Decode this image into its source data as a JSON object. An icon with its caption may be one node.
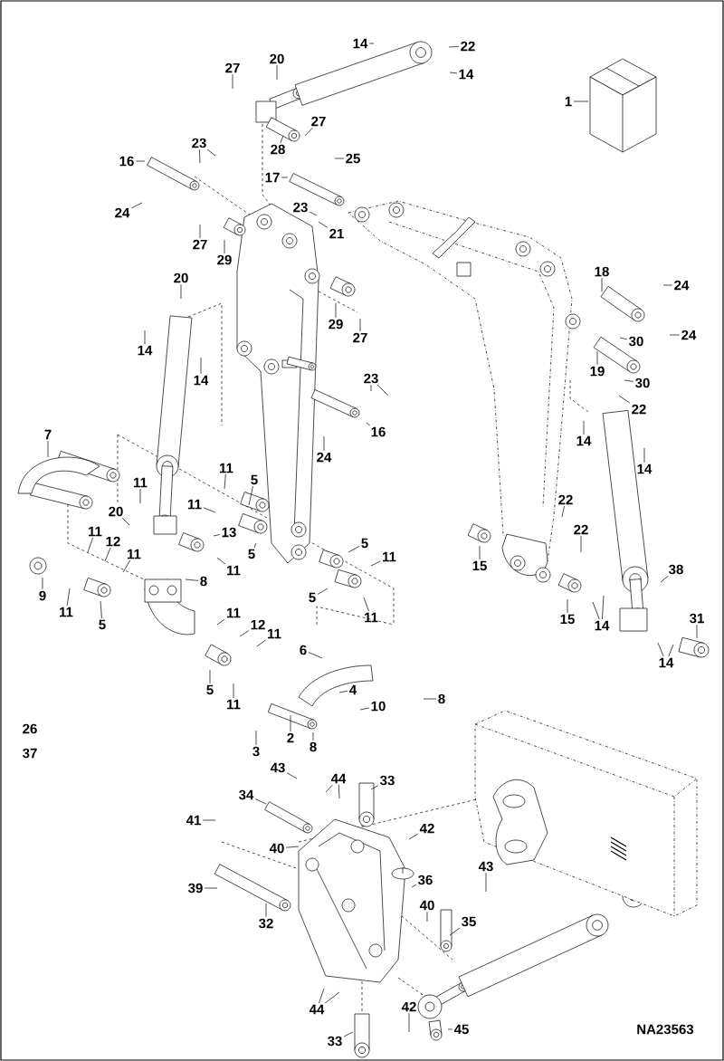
{
  "diagram": {
    "nodes": [
      {
        "text": [
          "1"
        ]
      },
      {
        "text": [
          "14"
        ]
      },
      {
        "text": [
          "22"
        ]
      },
      {
        "text": [
          "14"
        ]
      },
      {
        "text": [
          "27"
        ]
      },
      {
        "text": [
          "20"
        ]
      },
      {
        "text": [
          "27"
        ]
      },
      {
        "text": [
          "28"
        ]
      },
      {
        "text": [
          "16"
        ]
      },
      {
        "text": [
          "23"
        ]
      },
      {
        "text": [
          "25"
        ]
      },
      {
        "text": [
          "17"
        ]
      },
      {
        "text": [
          "24"
        ]
      },
      {
        "text": [
          "23"
        ]
      },
      {
        "text": [
          "21"
        ]
      },
      {
        "text": [
          "27"
        ]
      },
      {
        "text": [
          "29"
        ]
      },
      {
        "text": [
          "20"
        ]
      },
      {
        "text": [
          "14"
        ]
      },
      {
        "text": [
          "14"
        ]
      },
      {
        "text": [
          "29"
        ]
      },
      {
        "text": [
          "27"
        ]
      },
      {
        "text": [
          "18"
        ]
      },
      {
        "text": [
          "24"
        ]
      },
      {
        "text": [
          "30"
        ]
      },
      {
        "text": [
          "19"
        ]
      },
      {
        "text": [
          "24"
        ]
      },
      {
        "text": [
          "30"
        ]
      },
      {
        "text": [
          "23"
        ]
      },
      {
        "text": [
          "16"
        ]
      },
      {
        "text": [
          "24"
        ]
      },
      {
        "text": [
          "22"
        ]
      },
      {
        "text": [
          "14"
        ]
      },
      {
        "text": [
          "14"
        ]
      },
      {
        "text": [
          "7"
        ]
      },
      {
        "text": [
          "11"
        ]
      },
      {
        "text": [
          "11"
        ]
      },
      {
        "text": [
          "5"
        ]
      },
      {
        "text": [
          "20"
        ]
      },
      {
        "text": [
          "11"
        ]
      },
      {
        "text": [
          "11"
        ]
      },
      {
        "text": [
          "12"
        ]
      },
      {
        "text": [
          "11"
        ]
      },
      {
        "text": [
          "13"
        ]
      },
      {
        "text": [
          "5"
        ]
      },
      {
        "text": [
          "11"
        ]
      },
      {
        "text": [
          "5"
        ]
      },
      {
        "text": [
          "11"
        ]
      },
      {
        "text": [
          "9"
        ]
      },
      {
        "text": [
          "11"
        ]
      },
      {
        "text": [
          "5"
        ]
      },
      {
        "text": [
          "8"
        ]
      },
      {
        "text": [
          "5"
        ]
      },
      {
        "text": [
          "11"
        ]
      },
      {
        "text": [
          "15"
        ]
      },
      {
        "text": [
          "22"
        ]
      },
      {
        "text": [
          "22"
        ]
      },
      {
        "text": [
          "38"
        ]
      },
      {
        "text": [
          "15"
        ]
      },
      {
        "text": [
          "14"
        ]
      },
      {
        "text": [
          "31"
        ]
      },
      {
        "text": [
          "14"
        ]
      },
      {
        "text": [
          "11"
        ]
      },
      {
        "text": [
          "12"
        ]
      },
      {
        "text": [
          "11"
        ]
      },
      {
        "text": [
          "6"
        ]
      },
      {
        "text": [
          "4"
        ]
      },
      {
        "text": [
          "10"
        ]
      },
      {
        "text": [
          "8"
        ]
      },
      {
        "text": [
          "5"
        ]
      },
      {
        "text": [
          "11"
        ]
      },
      {
        "text": [
          "2"
        ]
      },
      {
        "text": [
          "3"
        ]
      },
      {
        "text": [
          "8"
        ]
      },
      {
        "text": [
          "43"
        ]
      },
      {
        "text": [
          "44"
        ]
      },
      {
        "text": [
          "33"
        ]
      },
      {
        "text": [
          "34"
        ]
      },
      {
        "text": [
          "42"
        ]
      },
      {
        "text": [
          "41"
        ]
      },
      {
        "text": [
          "40"
        ]
      },
      {
        "text": [
          "39"
        ]
      },
      {
        "text": [
          "32"
        ]
      },
      {
        "text": [
          "36"
        ]
      },
      {
        "text": [
          "43"
        ]
      },
      {
        "text": [
          "40"
        ]
      },
      {
        "text": [
          "35"
        ]
      },
      {
        "text": [
          "44"
        ]
      },
      {
        "text": [
          "42"
        ]
      },
      {
        "text": [
          "33"
        ]
      },
      {
        "text": [
          "45"
        ]
      }
    ],
    "edges": [
      {
        "from": 0,
        "to": null,
        "arrow": "none"
      },
      {
        "from": 1,
        "to": null,
        "arrow": "none"
      },
      {
        "from": 2,
        "to": null,
        "arrow": "none"
      },
      {
        "from": 3,
        "to": null,
        "arrow": "none"
      },
      {
        "from": 4,
        "to": null,
        "arrow": "none"
      },
      {
        "from": 5,
        "to": null,
        "arrow": "none"
      },
      {
        "from": 6,
        "to": null,
        "arrow": "none"
      },
      {
        "from": 7,
        "to": null,
        "arrow": "none"
      },
      {
        "from": 8,
        "to": null,
        "arrow": "none"
      },
      {
        "from": 9,
        "to": null,
        "arrow": "none"
      },
      {
        "from": 9,
        "to": null,
        "arrow": "none"
      },
      {
        "from": 10,
        "to": null,
        "arrow": "none"
      },
      {
        "from": 11,
        "to": null,
        "arrow": "none"
      },
      {
        "from": 12,
        "to": null,
        "arrow": "none"
      },
      {
        "from": 13,
        "to": null,
        "arrow": "none"
      },
      {
        "from": 14,
        "to": null,
        "arrow": "none"
      },
      {
        "from": 15,
        "to": null,
        "arrow": "none"
      },
      {
        "from": 16,
        "to": null,
        "arrow": "none"
      },
      {
        "from": 17,
        "to": null,
        "arrow": "none"
      },
      {
        "from": 18,
        "to": null,
        "arrow": "none"
      },
      {
        "from": 19,
        "to": null,
        "arrow": "none"
      },
      {
        "from": 20,
        "to": null,
        "arrow": "none"
      },
      {
        "from": 21,
        "to": null,
        "arrow": "none"
      },
      {
        "from": 22,
        "to": null,
        "arrow": "none"
      },
      {
        "from": 23,
        "to": null,
        "arrow": "none"
      },
      {
        "from": 24,
        "to": null,
        "arrow": "none"
      },
      {
        "from": 25,
        "to": null,
        "arrow": "none"
      },
      {
        "from": 26,
        "to": null,
        "arrow": "none"
      },
      {
        "from": 27,
        "to": null,
        "arrow": "none"
      },
      {
        "from": 28,
        "to": null,
        "arrow": "none"
      },
      {
        "from": 28,
        "to": null,
        "arrow": "none"
      },
      {
        "from": 29,
        "to": null,
        "arrow": "none"
      },
      {
        "from": 30,
        "to": null,
        "arrow": "none"
      },
      {
        "from": 31,
        "to": null,
        "arrow": "none"
      },
      {
        "from": 32,
        "to": null,
        "arrow": "none"
      },
      {
        "from": 33,
        "to": null,
        "arrow": "none"
      },
      {
        "from": 34,
        "to": null,
        "arrow": "none"
      },
      {
        "from": 35,
        "to": null,
        "arrow": "none"
      },
      {
        "from": 36,
        "to": null,
        "arrow": "none"
      },
      {
        "from": 37,
        "to": null,
        "arrow": "none"
      },
      {
        "from": 38,
        "to": null,
        "arrow": "none"
      },
      {
        "from": 39,
        "to": null,
        "arrow": "none"
      },
      {
        "from": 40,
        "to": null,
        "arrow": "none"
      },
      {
        "from": 41,
        "to": null,
        "arrow": "none"
      },
      {
        "from": 42,
        "to": null,
        "arrow": "none"
      },
      {
        "from": 43,
        "to": null,
        "arrow": "none"
      },
      {
        "from": 44,
        "to": null,
        "arrow": "none"
      },
      {
        "from": 45,
        "to": null,
        "arrow": "none"
      },
      {
        "from": 46,
        "to": null,
        "arrow": "none"
      },
      {
        "from": 47,
        "to": null,
        "arrow": "none"
      },
      {
        "from": 48,
        "to": null,
        "arrow": "none"
      },
      {
        "from": 49,
        "to": null,
        "arrow": "none"
      },
      {
        "from": 50,
        "to": null,
        "arrow": "none"
      },
      {
        "from": 51,
        "to": null,
        "arrow": "none"
      },
      {
        "from": 52,
        "to": null,
        "arrow": "none"
      },
      {
        "from": 53,
        "to": null,
        "arrow": "none"
      },
      {
        "from": 54,
        "to": null,
        "arrow": "none"
      },
      {
        "from": 55,
        "to": null,
        "arrow": "none"
      },
      {
        "from": 56,
        "to": null,
        "arrow": "none"
      },
      {
        "from": 57,
        "to": null,
        "arrow": "none"
      },
      {
        "from": 58,
        "to": null,
        "arrow": "none"
      },
      {
        "from": 59,
        "to": null,
        "arrow": "none"
      },
      {
        "from": 59,
        "to": null,
        "arrow": "none"
      },
      {
        "from": 60,
        "to": null,
        "arrow": "none"
      },
      {
        "from": 61,
        "to": null,
        "arrow": "none"
      },
      {
        "from": 61,
        "to": null,
        "arrow": "none"
      },
      {
        "from": 62,
        "to": null,
        "arrow": "none"
      },
      {
        "from": 63,
        "to": null,
        "arrow": "none"
      },
      {
        "from": 64,
        "to": null,
        "arrow": "none"
      },
      {
        "from": 65,
        "to": null,
        "arrow": "none"
      },
      {
        "from": 66,
        "to": null,
        "arrow": "none"
      },
      {
        "from": 67,
        "to": null,
        "arrow": "none"
      },
      {
        "from": 68,
        "to": null,
        "arrow": "none"
      },
      {
        "from": 69,
        "to": null,
        "arrow": "none"
      },
      {
        "from": 70,
        "to": null,
        "arrow": "none"
      },
      {
        "from": 71,
        "to": null,
        "arrow": "none"
      },
      {
        "from": 72,
        "to": null,
        "arrow": "none"
      },
      {
        "from": 73,
        "to": null,
        "arrow": "none"
      },
      {
        "from": 74,
        "to": null,
        "arrow": "none"
      },
      {
        "from": 75,
        "to": null,
        "arrow": "none"
      },
      {
        "from": 75,
        "to": null,
        "arrow": "none"
      },
      {
        "from": 76,
        "to": null,
        "arrow": "none"
      },
      {
        "from": 77,
        "to": null,
        "arrow": "none"
      },
      {
        "from": 78,
        "to": null,
        "arrow": "none"
      },
      {
        "from": 79,
        "to": null,
        "arrow": "none"
      },
      {
        "from": 80,
        "to": null,
        "arrow": "none"
      },
      {
        "from": 81,
        "to": null,
        "arrow": "none"
      },
      {
        "from": 82,
        "to": null,
        "arrow": "none"
      },
      {
        "from": 83,
        "to": null,
        "arrow": "none"
      },
      {
        "from": 84,
        "to": null,
        "arrow": "none"
      },
      {
        "from": 85,
        "to": null,
        "arrow": "none"
      },
      {
        "from": 86,
        "to": null,
        "arrow": "none"
      },
      {
        "from": 87,
        "to": null,
        "arrow": "none"
      },
      {
        "from": 87,
        "to": null,
        "arrow": "none"
      },
      {
        "from": 88,
        "to": null,
        "arrow": "none"
      },
      {
        "from": 89,
        "to": null,
        "arrow": "none"
      },
      {
        "from": 90,
        "to": null,
        "arrow": "none"
      }
    ],
    "labels": [
      "26",
      "37",
      "NA23563"
    ]
  }
}
